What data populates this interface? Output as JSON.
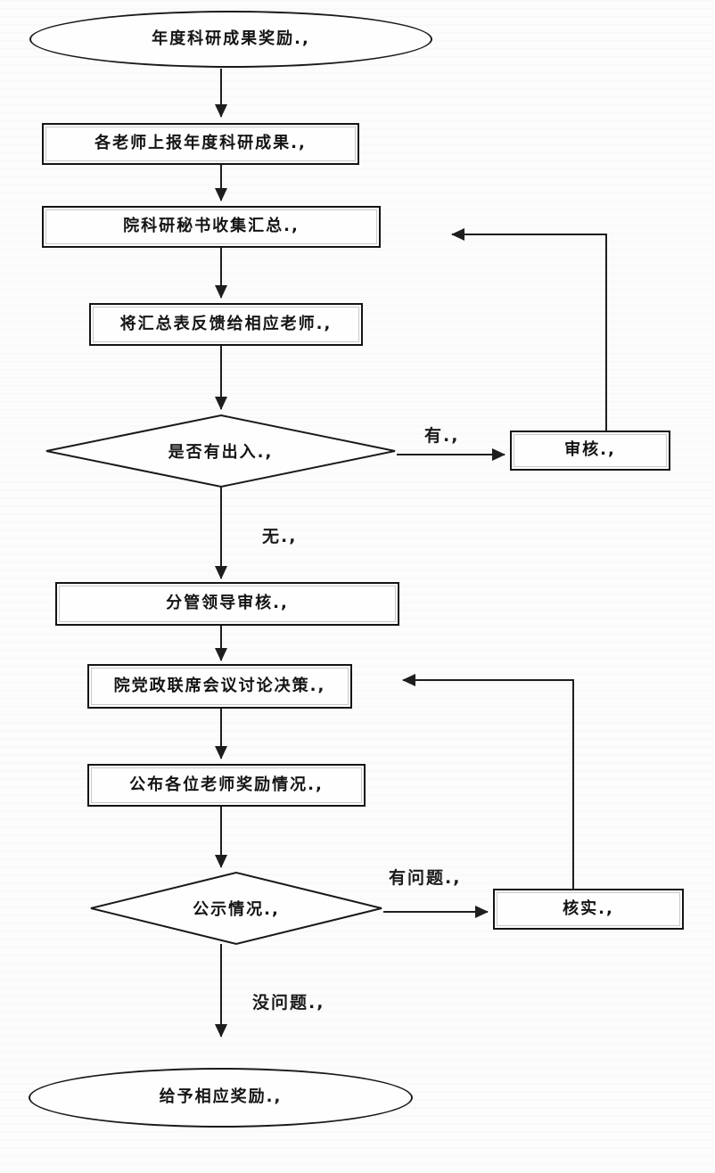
{
  "diagram": {
    "title_hint": "annual-research-award-flowchart",
    "colors": {
      "line": "#1e1e1e",
      "shape_border": "#141414",
      "shape_fill": "#fefefe",
      "background": "#fcfcfc",
      "text": "#141414"
    },
    "nodes": {
      "start": {
        "type": "terminator",
        "label": "年度科研成果奖励., "
      },
      "report": {
        "type": "process",
        "label": "各老师上报年度科研成果., "
      },
      "collect": {
        "type": "process",
        "label": "院科研秘书收集汇总., "
      },
      "feedback": {
        "type": "process",
        "label": "将汇总表反馈给相应老师., "
      },
      "decision_discrepancy": {
        "type": "decision",
        "label": "是否有出入., "
      },
      "audit": {
        "type": "process",
        "label": "审核., "
      },
      "leader_review": {
        "type": "process",
        "label": "分管领导审核., "
      },
      "joint_meeting": {
        "type": "process",
        "label": "院党政联席会议讨论决策., "
      },
      "announce": {
        "type": "process",
        "label": "公布各位老师奖励情况., "
      },
      "decision_publicity": {
        "type": "decision",
        "label": "公示情况., "
      },
      "verify": {
        "type": "process",
        "label": "核实., "
      },
      "end": {
        "type": "terminator",
        "label": "给予相应奖励., "
      }
    },
    "branch_labels": {
      "has_discrepancy": "有., ",
      "no_discrepancy": "无., ",
      "has_problem": "有问题., ",
      "no_problem": "没问题., "
    }
  }
}
